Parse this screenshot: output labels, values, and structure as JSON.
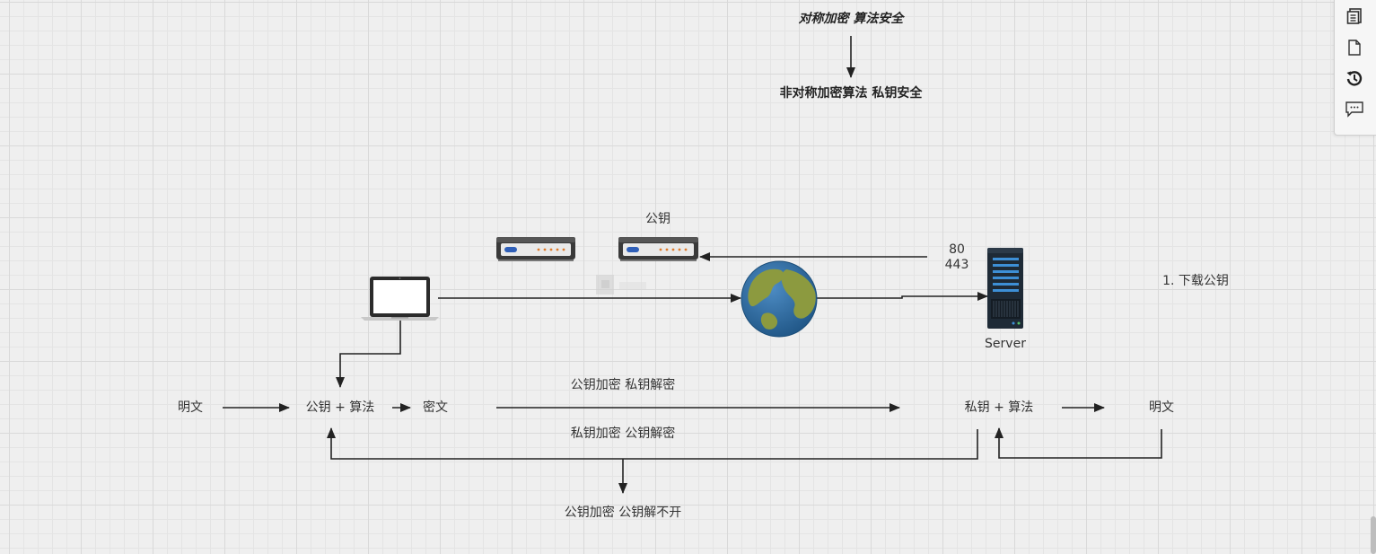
{
  "diagram": {
    "symmetric_text": "对称加密 算法安全",
    "asymmetric_text": "非对称加密算法 私钥安全",
    "public_key_label": "公钥",
    "port_80": "80",
    "port_443": "443",
    "server_label": "Server",
    "download_step": "1. 下载公钥",
    "plaintext_left": "明文",
    "encrypt_box": "公钥 + 算法",
    "ciphertext": "密文",
    "pub_enc_priv_dec": "公钥加密  私钥解密",
    "decrypt_box": "私钥 + 算法",
    "plaintext_right": "明文",
    "priv_enc_pub_dec": "私钥加密 公钥解密",
    "pub_enc_pub_fail": "公钥加密 公钥解不开"
  },
  "toolbar": {
    "items": [
      {
        "name": "format-icon"
      },
      {
        "name": "page-icon"
      },
      {
        "name": "history-icon"
      },
      {
        "name": "comment-icon"
      }
    ]
  },
  "colors": {
    "background": "#efefef",
    "edge": "#222222",
    "globe_ocean": "#2f6ea3",
    "globe_land": "#8c9a3f",
    "device_dark": "#3c3c3c",
    "device_blue": "#2f5fb8",
    "server_dark": "#1e2a36",
    "server_blue": "#3d8fd6"
  }
}
